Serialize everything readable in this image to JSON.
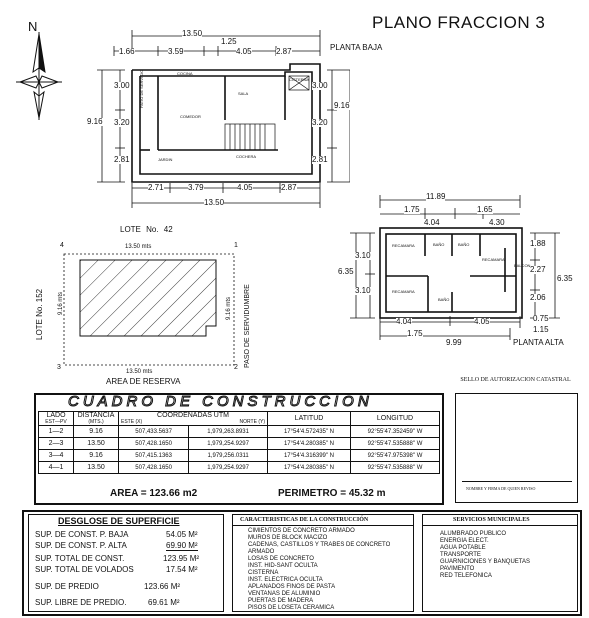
{
  "title": "PLANO FRACCION 3",
  "north_letter": "N",
  "planta_baja": {
    "label": "PLANTA BAJA",
    "dim_top_total": "13.50",
    "dim_top_1": "1.66",
    "dim_top_2": "3.59",
    "dim_top_3": "1.25",
    "dim_top_4": "4.05",
    "dim_top_5": "2.87",
    "dim_left_1": "3.00",
    "dim_left_2": "3.20",
    "dim_left_3": "2.81",
    "dim_left_total": "9.16",
    "dim_right_1": "3.00",
    "dim_right_2": "3.20",
    "dim_right_3": "2.81",
    "dim_right_total": "9.16",
    "dim_bottom_1": "2.71",
    "dim_bottom_2": "3.79",
    "dim_bottom_3": "4.05",
    "dim_bottom_4": "2.87",
    "dim_bottom_total": "13.50",
    "rooms": [
      "COCINA",
      "SALA",
      "CISTERNA",
      "COMEDOR",
      "PATIO DE SERVICIO",
      "JARDIN",
      "COCHERA"
    ]
  },
  "planta_alta": {
    "label": "PLANTA ALTA",
    "dim_top_total": "11.89",
    "dim_top_1": "1.75",
    "dim_top_2": "1.65",
    "dim_top_3": "4.04",
    "dim_top_4": "4.30",
    "dim_left_1": "3.10",
    "dim_left_2": "3.10",
    "dim_left_total": "6.35",
    "dim_right_1": "1.88",
    "dim_right_2": "2.27",
    "dim_right_3": "2.06",
    "dim_right_total": "6.35",
    "dim_bottom_1": "4.04",
    "dim_bottom_2": "4.05",
    "dim_bottom_3": "0.75",
    "dim_bottom_4": "1.75",
    "dim_bottom_5": "1.15",
    "dim_bottom_total": "9.99",
    "rooms": [
      "RECAMARA",
      "BAÑO",
      "BAÑO",
      "RECAMARA",
      "RECAMARA",
      "BAÑO",
      "BALCON"
    ]
  },
  "lote": {
    "label": "LOTE No. 42",
    "left_label": "LOTE No. 152",
    "right_label": "PASO DE SERVIDUMBRE",
    "bottom_label": "AREA DE RESERVA",
    "top_dim": "13.50 mts",
    "bottom_dim": "13.50 mts",
    "left_dim": "9.16 mts",
    "right_dim": "9.16 mts",
    "corners": [
      "1",
      "2",
      "3",
      "4"
    ]
  },
  "sello": {
    "title": "SELLO DE AUTORIZACION CATASTRAL",
    "signature_caption": "NOMBRE Y FIRMA DE QUIEN REVISO"
  },
  "cuadro": {
    "title": "CUADRO DE CONSTRUCCION",
    "headers": {
      "lado": "LADO",
      "est_pv": "EST—PV",
      "distancia": "DISTANCIA",
      "mts": "(MTS.)",
      "coordenadas": "COORDENADAS UTM",
      "este": "ESTE (X)",
      "norte": "NORTE (Y)",
      "latitud": "LATITUD",
      "longitud": "LONGITUD"
    },
    "rows": [
      {
        "lado": "1—2",
        "distancia": "9.16",
        "este": "507,433.5637",
        "norte": "1,979,263.8931",
        "latitud": "17°54'4.572435\" N",
        "longitud": "92°55'47.352459\" W"
      },
      {
        "lado": "2—3",
        "distancia": "13.50",
        "este": "507,428.1650",
        "norte": "1,979,254.9297",
        "latitud": "17°54'4.280385\" N",
        "longitud": "92°55'47.535888\" W"
      },
      {
        "lado": "3—4",
        "distancia": "9.16",
        "este": "507,415.1363",
        "norte": "1,979,256.0311",
        "latitud": "17°54'4.316399\" N",
        "longitud": "92°55'47.975398\" W"
      },
      {
        "lado": "4—1",
        "distancia": "13.50",
        "este": "507,428.1650",
        "norte": "1,979,254.9297",
        "latitud": "17°54'4.280385\" N",
        "longitud": "92°55'47.535888\" W"
      }
    ],
    "area": "AREA = 123.66 m2",
    "perimetro": "PERIMETRO = 45.32 m"
  },
  "desglose": {
    "title": "DESGLOSE DE SUPERFICIE",
    "items": [
      {
        "label": "SUP. DE CONST. P. BAJA",
        "value": "54.05 M²"
      },
      {
        "label": "SUP. DE CONST. P. ALTA",
        "value": "69.90 M²"
      },
      {
        "label": "SUP. TOTAL DE CONST.",
        "value": "123.95 M²"
      },
      {
        "label": "SUP. TOTAL DE VOLADOS",
        "value": "17.54 M²"
      },
      {
        "label": "SUP. DE PREDIO",
        "value": "123.66 M²"
      },
      {
        "label": "SUP. LIBRE DE PREDIO.",
        "value": "69.61 M²"
      }
    ]
  },
  "caracteristicas": {
    "title": "CARACTERISTICAS DE LA CONSTRUCCIÓN",
    "items": [
      "CIMIENTOS DE CONCRETO ARMADO",
      "MUROS DE BLOCK MACIZO",
      "CADENAS, CASTILLOS Y TRABES DE CONCRETO",
      "ARMADO",
      "LOSAS DE CONCRETO",
      "INST. HID-SANT OCULTA",
      "CISTERNA",
      "INST. ELECTRICA OCULTA",
      "APLANADOS FINOS DE PASTA",
      "VENTANAS DE ALUMINIO",
      "PUERTAS DE MADERA",
      "PISOS DE LOSETA CERAMICA"
    ]
  },
  "servicios": {
    "title": "SERVICIOS MUNICIPALES",
    "items": [
      "ALUMBRADO PUBLICO",
      "ENERGIA ELECT.",
      "AGUA POTABLE",
      "TRANSPORTE",
      "GUARNICIONES Y BANQUETAS",
      "PAVIMENTO",
      "RED TELEFONICA"
    ]
  }
}
